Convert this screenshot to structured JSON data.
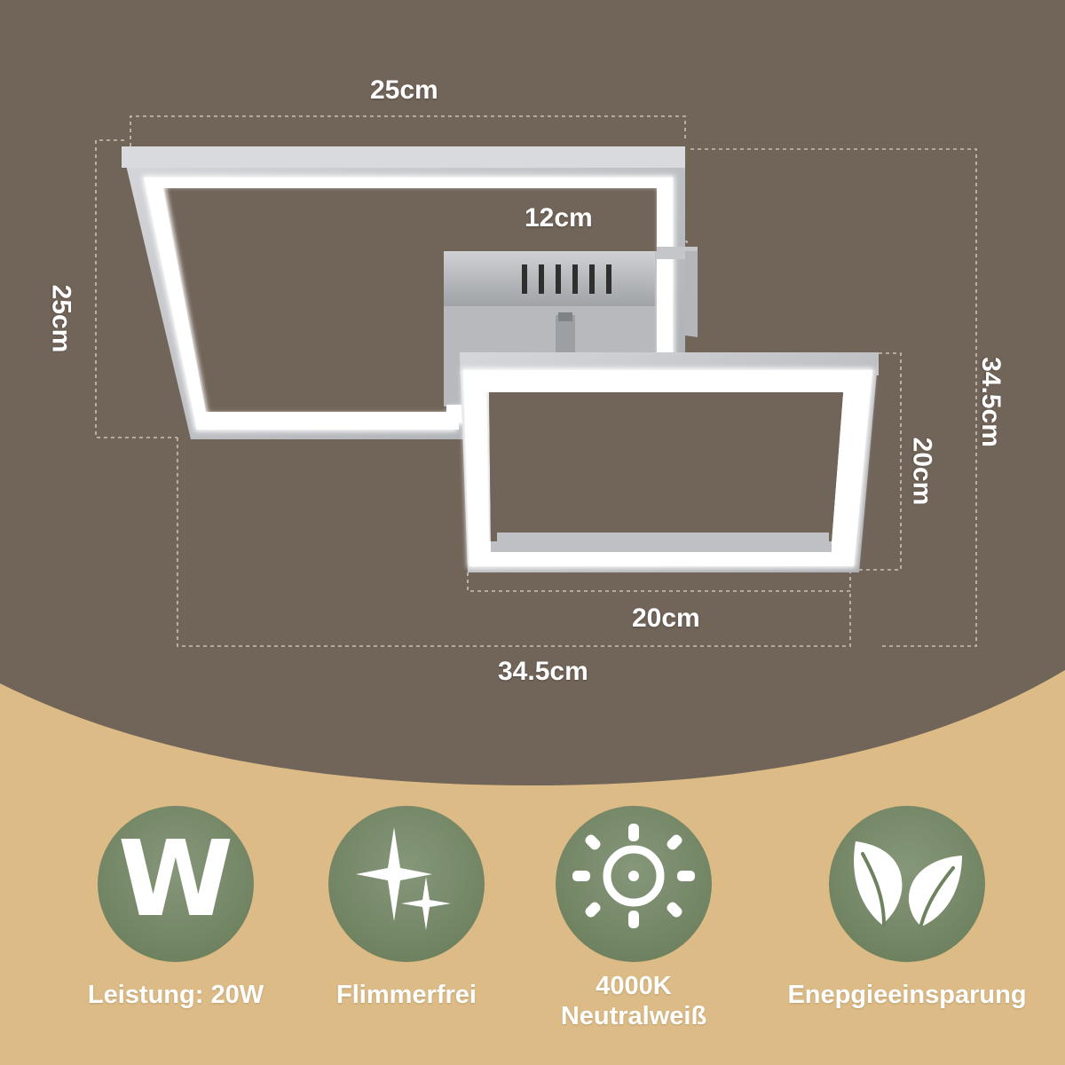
{
  "dimensions": {
    "large_width": "25cm",
    "large_height": "25cm",
    "base_width": "12cm",
    "total_height": "34.5cm",
    "small_height": "20cm",
    "small_width": "20cm",
    "total_width": "34.5cm"
  },
  "features": [
    {
      "icon": "w-letter-icon",
      "caption": "Leistung: 20W"
    },
    {
      "icon": "sparkle-icon",
      "caption": "Flimmerfrei"
    },
    {
      "icon": "sun-icon",
      "caption_line1": "4000K",
      "caption_line2": "Neutralweiß"
    },
    {
      "icon": "leaf-icon",
      "caption": "Enepgieeinsparung"
    }
  ],
  "colors": {
    "top_background": "#716459",
    "bottom_background": "#dcbb86",
    "icon_circle": "#768a66",
    "frame": "#c7c9cc",
    "led": "#ffffff"
  }
}
